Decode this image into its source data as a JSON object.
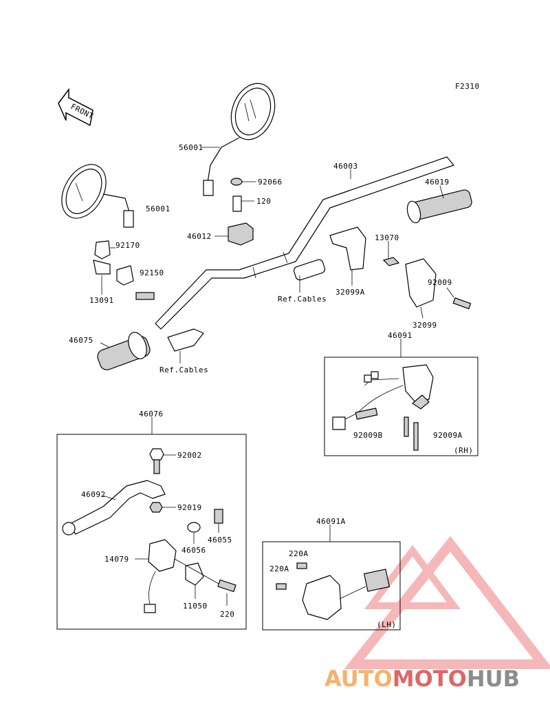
{
  "figure_code": "F2310",
  "front_indicator": "FRONT",
  "labels": {
    "mirror_right": "56001",
    "mirror_left": "56001",
    "handlebar": "46003",
    "nut_92066": "92066",
    "bolt_120": "120",
    "holder_46012": "46012",
    "grip_right": "46019",
    "clamp_92170": "92170",
    "clamp_92150": "92150",
    "clamp_13091": "13091",
    "housing_32099a": "32099A",
    "plate_13070": "13070",
    "housing_32099": "32099",
    "screw_92009": "92009",
    "ref_cables_1": "Ref.Cables",
    "ref_cables_2": "Ref.Cables",
    "grip_left": "46075",
    "switch_rh": "46091",
    "screw_92009b": "92009B",
    "screw_92009a": "92009A",
    "rh": "(RH)",
    "lever_assy": "46076",
    "bolt_92002": "92002",
    "lever_46092": "46092",
    "nut_92019": "92019",
    "pivot_46055": "46055",
    "washer_46056": "46056",
    "bracket_14079": "14079",
    "clamp_11050": "11050",
    "screw_220": "220",
    "switch_lh": "46091A",
    "screw_220a_1": "220A",
    "screw_220a_2": "220A",
    "lh": "(LH)"
  },
  "watermark": {
    "part1": "AUTO",
    "part2": "MOTO",
    "part3": "HUB",
    "color_orange": "#f6b26b",
    "color_red": "#e06666",
    "color_gray": "#8c8c8c"
  }
}
